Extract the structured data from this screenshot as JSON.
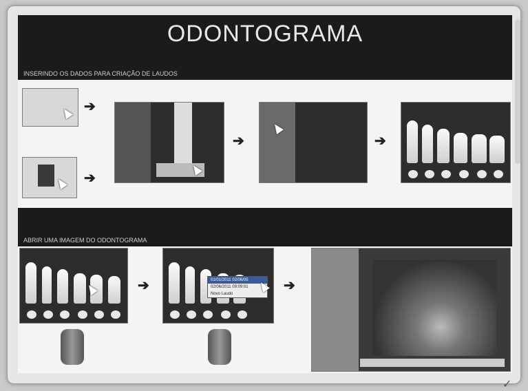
{
  "title": "ODONTOGRAMA",
  "section1": {
    "label": "INSERINDO OS DADOS PARA CRIAÇÃO DE LAUDOS"
  },
  "section2": {
    "label": "ABRIR UMA IMAGEM DO ODONTOGRAMA"
  },
  "context_menu": {
    "items": [
      "01/01/2011 02/06/05",
      "02/06/2011 09:09:01",
      "Novo Laudo"
    ]
  },
  "icons": [
    "arrow-right-icon",
    "cursor-icon",
    "check-icon"
  ]
}
